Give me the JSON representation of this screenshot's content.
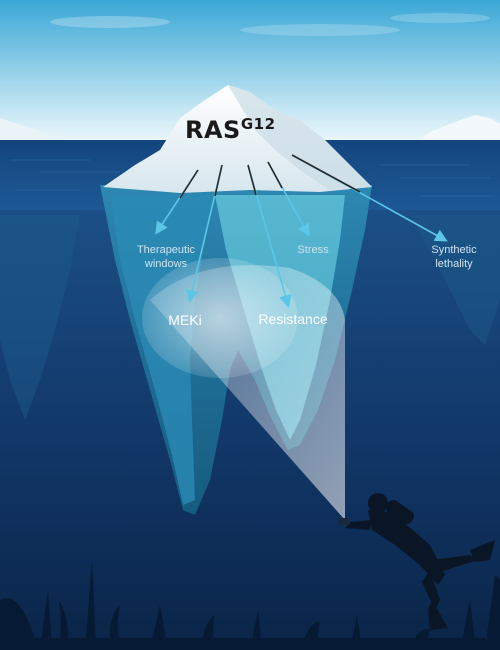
{
  "title": {
    "main": "RAS",
    "superscript": "G12"
  },
  "labels": {
    "therapeutic_windows_line1": "Therapeutic",
    "therapeutic_windows_line2": "windows",
    "stress": "Stress",
    "synthetic_lethality_line1": "Synthetic",
    "synthetic_lethality_line2": "lethality",
    "meki": "MEKi",
    "resistance": "Resistance"
  },
  "colors": {
    "sky_top": "#3aa7d6",
    "sky_bottom": "#eaf6fb",
    "water_surface": "#1a4e86",
    "deep_water": "#0b2a52",
    "ice_underwater": "#5fc0d6",
    "arrow": "#5cc6e6",
    "diver": "#0a1626"
  },
  "icons": [
    "iceberg",
    "diver-silhouette",
    "flashlight-beam",
    "seaweed"
  ]
}
